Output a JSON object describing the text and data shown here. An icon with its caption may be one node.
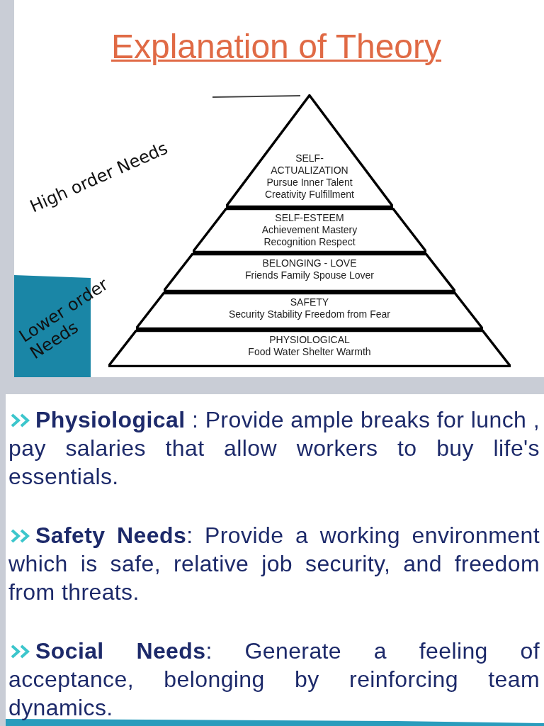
{
  "diagram": {
    "title": "Explanation of Theory",
    "nodes": [
      {
        "text": [
          "SELF- ACTUALIZATION",
          "Pursue Inner Talent Creativity Fulfillment"
        ]
      },
      {
        "text": [
          "SELF-ESTEEM",
          "Achievement Mastery Recognition Respect"
        ]
      },
      {
        "text": [
          "BELONGING - LOVE",
          "Friends Family Spouse Lover"
        ]
      },
      {
        "text": [
          "SAFETY",
          "Security Stability Freedom from Fear"
        ]
      },
      {
        "text": [
          "PHYSIOLOGICAL",
          "Food Water Shelter Warmth"
        ]
      }
    ],
    "labels": [
      "High order Needs",
      "Lower order Needs",
      "**Physiological** : Provide ample breaks for lunch , pay salaries that allow workers to buy life's essentials.",
      "**Safety Needs**: Provide a working environment which is safe, relative job security, and freedom from threats.",
      "**Social Needs**: Generate a feeling of acceptance, belonging by reinforcing team dynamics."
    ]
  }
}
